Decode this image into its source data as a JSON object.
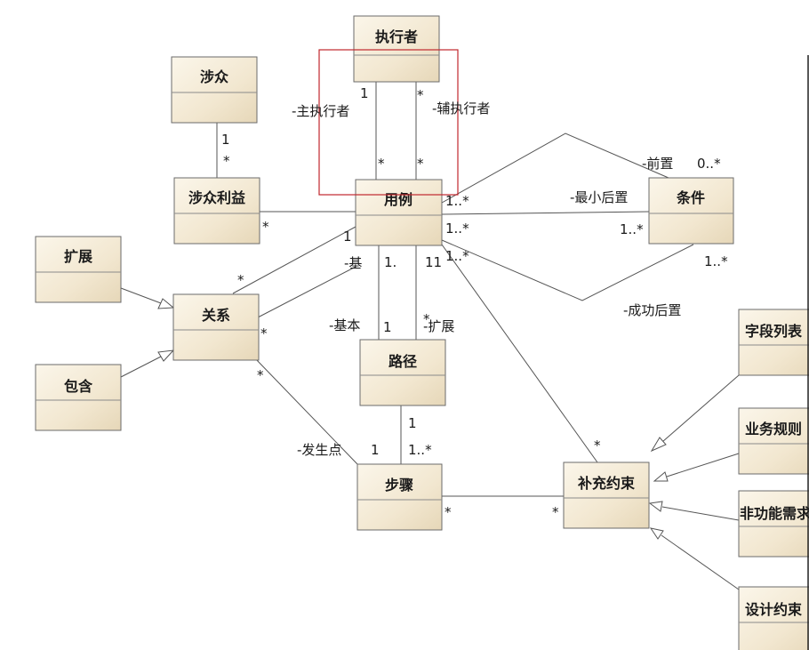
{
  "classes": {
    "zhixingzhe": "执行者",
    "shezhong": "涉众",
    "shezhongliyi": "涉众利益",
    "yongli": "用例",
    "tiaojian": "条件",
    "kuozhan": "扩展",
    "guanxi": "关系",
    "baohan": "包含",
    "lujing": "路径",
    "buzhou": "步骤",
    "buchongyueshu": "补充约束",
    "ziduanliebiao": "字段列表",
    "yewuguize": "业务规则",
    "feigongnengxuqiu": "非功能需求",
    "shejiyueshu": "设计约束"
  },
  "labels": {
    "main_actor": "-主执行者",
    "aux_actor": "-辅执行者",
    "precondition": "-前置",
    "min_post": "-最小后置",
    "success_post": "-成功后置",
    "base1": "-基",
    "base2": "-基本",
    "extension": "-扩展",
    "occur_point": "-发生点"
  },
  "multiplicities": {
    "actor_main_top": "1",
    "actor_aux_top": "*",
    "actor_main_bottom": "*",
    "actor_aux_bottom": "*",
    "stake_top": "1",
    "stake_bottom": "*",
    "interest_right": "*",
    "usecase_left": "1",
    "pre_uc": "1..*",
    "pre_cond": "0..*",
    "min_uc": "1..*",
    "min_cond": "1..*",
    "succ_uc": "1..*",
    "succ_cond": "1..*",
    "rel_top": "*",
    "base_uc": "1.",
    "path_uc": "11",
    "rel_right": "*",
    "base_path": "1",
    "ext_path": "*",
    "rel_bottom": "*",
    "path_bottom": "1",
    "occur_step": "1",
    "step_top": "1..*",
    "cons_top": "*",
    "step_right": "*",
    "cons_left": "*"
  }
}
